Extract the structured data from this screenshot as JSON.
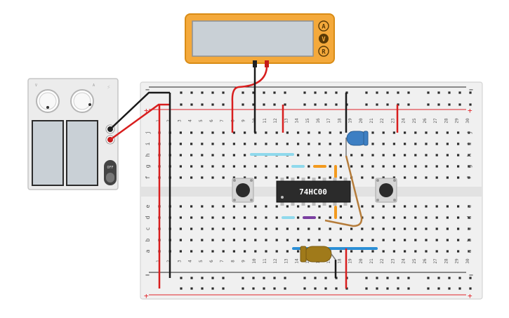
{
  "multimeter": {
    "modes": [
      "A",
      "V",
      "R"
    ],
    "colors": {
      "body": "#f4a93b",
      "border": "#d98c16",
      "screen": "#c9d0d6"
    }
  },
  "power_supply": {
    "knob_labels": [
      "V",
      "A"
    ],
    "button_label": "OFF",
    "colors": {
      "body": "#ececec",
      "display": "#c9d0d6"
    }
  },
  "breadboard": {
    "columns": [
      "1",
      "2",
      "3",
      "4",
      "5",
      "6",
      "7",
      "8",
      "9",
      "10",
      "11",
      "12",
      "13",
      "14",
      "15",
      "16",
      "17",
      "18",
      "19",
      "20",
      "21",
      "22",
      "23",
      "24",
      "25",
      "26",
      "27",
      "28",
      "29",
      "30"
    ],
    "rows_top": [
      "j",
      "i",
      "h",
      "g",
      "f"
    ],
    "rows_bottom": [
      "e",
      "d",
      "c",
      "b",
      "a"
    ],
    "rail_minus": "−",
    "rail_plus": "+",
    "colors": {
      "board": "#f0f0f0",
      "rail_red": "#e0252a",
      "rail_black": "#222222",
      "hole": "#2a2a2a"
    }
  },
  "chip": {
    "label": "74HC00",
    "color": "#2b2b2b"
  },
  "wires": {
    "red": "#d81e1e",
    "black": "#1a1a1a",
    "cyan": "#8fd9ec",
    "orange": "#f39a1e",
    "purple": "#7a3fa0",
    "brown": "#b57c3a",
    "blue": "#2b8fd6"
  },
  "led_colors": {
    "blue_led": "#3d7fc3",
    "yellow_led": "#a07a1a"
  }
}
